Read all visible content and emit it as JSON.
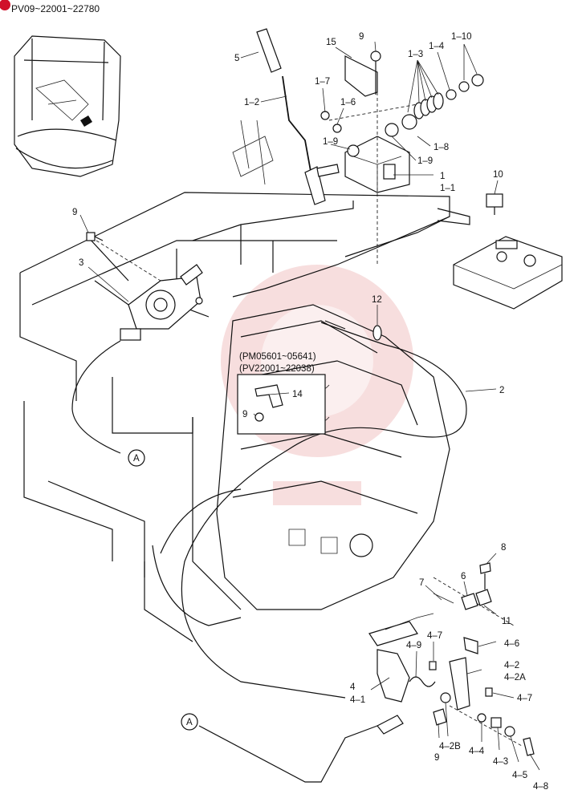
{
  "header": {
    "code": "PV09~22001~22780"
  },
  "inset": {
    "range_line_1": "(PM05601~05641)",
    "range_line_2": "(PV22001~22038)"
  },
  "callouts": {
    "c5": "5",
    "c1_2": "1–2",
    "c1_7": "1–7",
    "c1_6": "1–6",
    "c1_9a": "1–9",
    "c15": "15",
    "c9_top": "9",
    "c1_3": "1–3",
    "c1_4": "1–4",
    "c1_10": "1–10",
    "c1_8": "1–8",
    "c1_9b": "1–9",
    "c1": "1",
    "c1_1": "1–1",
    "c10": "10",
    "c9_left": "9",
    "c3": "3",
    "c12": "12",
    "c2": "2",
    "c14": "14",
    "c9_inset": "9",
    "cA_1": "A",
    "cA_2": "A",
    "c8": "8",
    "c7": "7",
    "c6": "6",
    "c11": "11",
    "c4_9": "4–9",
    "c4_7a": "4–7",
    "c4_6": "4–6",
    "c4_2": "4–2",
    "c4_2A": "4–2A",
    "c4": "4",
    "c4_1": "4–1",
    "c4_7b": "4–7",
    "c9_bottom": "9",
    "c4_2B": "4–2B",
    "c4_4": "4–4",
    "c4_3": "4–3",
    "c4_5": "4–5",
    "c4_8": "4–8"
  },
  "colors": {
    "line": "#111111",
    "watermark": "#e8a0a0",
    "badge": "#d0102a"
  }
}
